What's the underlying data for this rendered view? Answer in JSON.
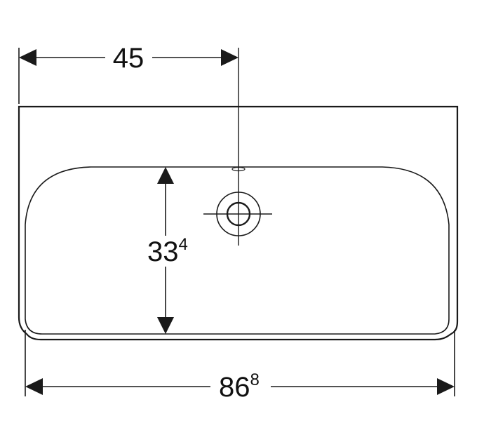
{
  "diagram": {
    "dimensions": {
      "top_width": {
        "main": "45",
        "sup": ""
      },
      "bowl_depth": {
        "main": "33",
        "sup": "4"
      },
      "total_width": {
        "main": "86",
        "sup": "8"
      }
    },
    "colors": {
      "stroke": "#1a1a1a",
      "background": "#ffffff"
    }
  }
}
